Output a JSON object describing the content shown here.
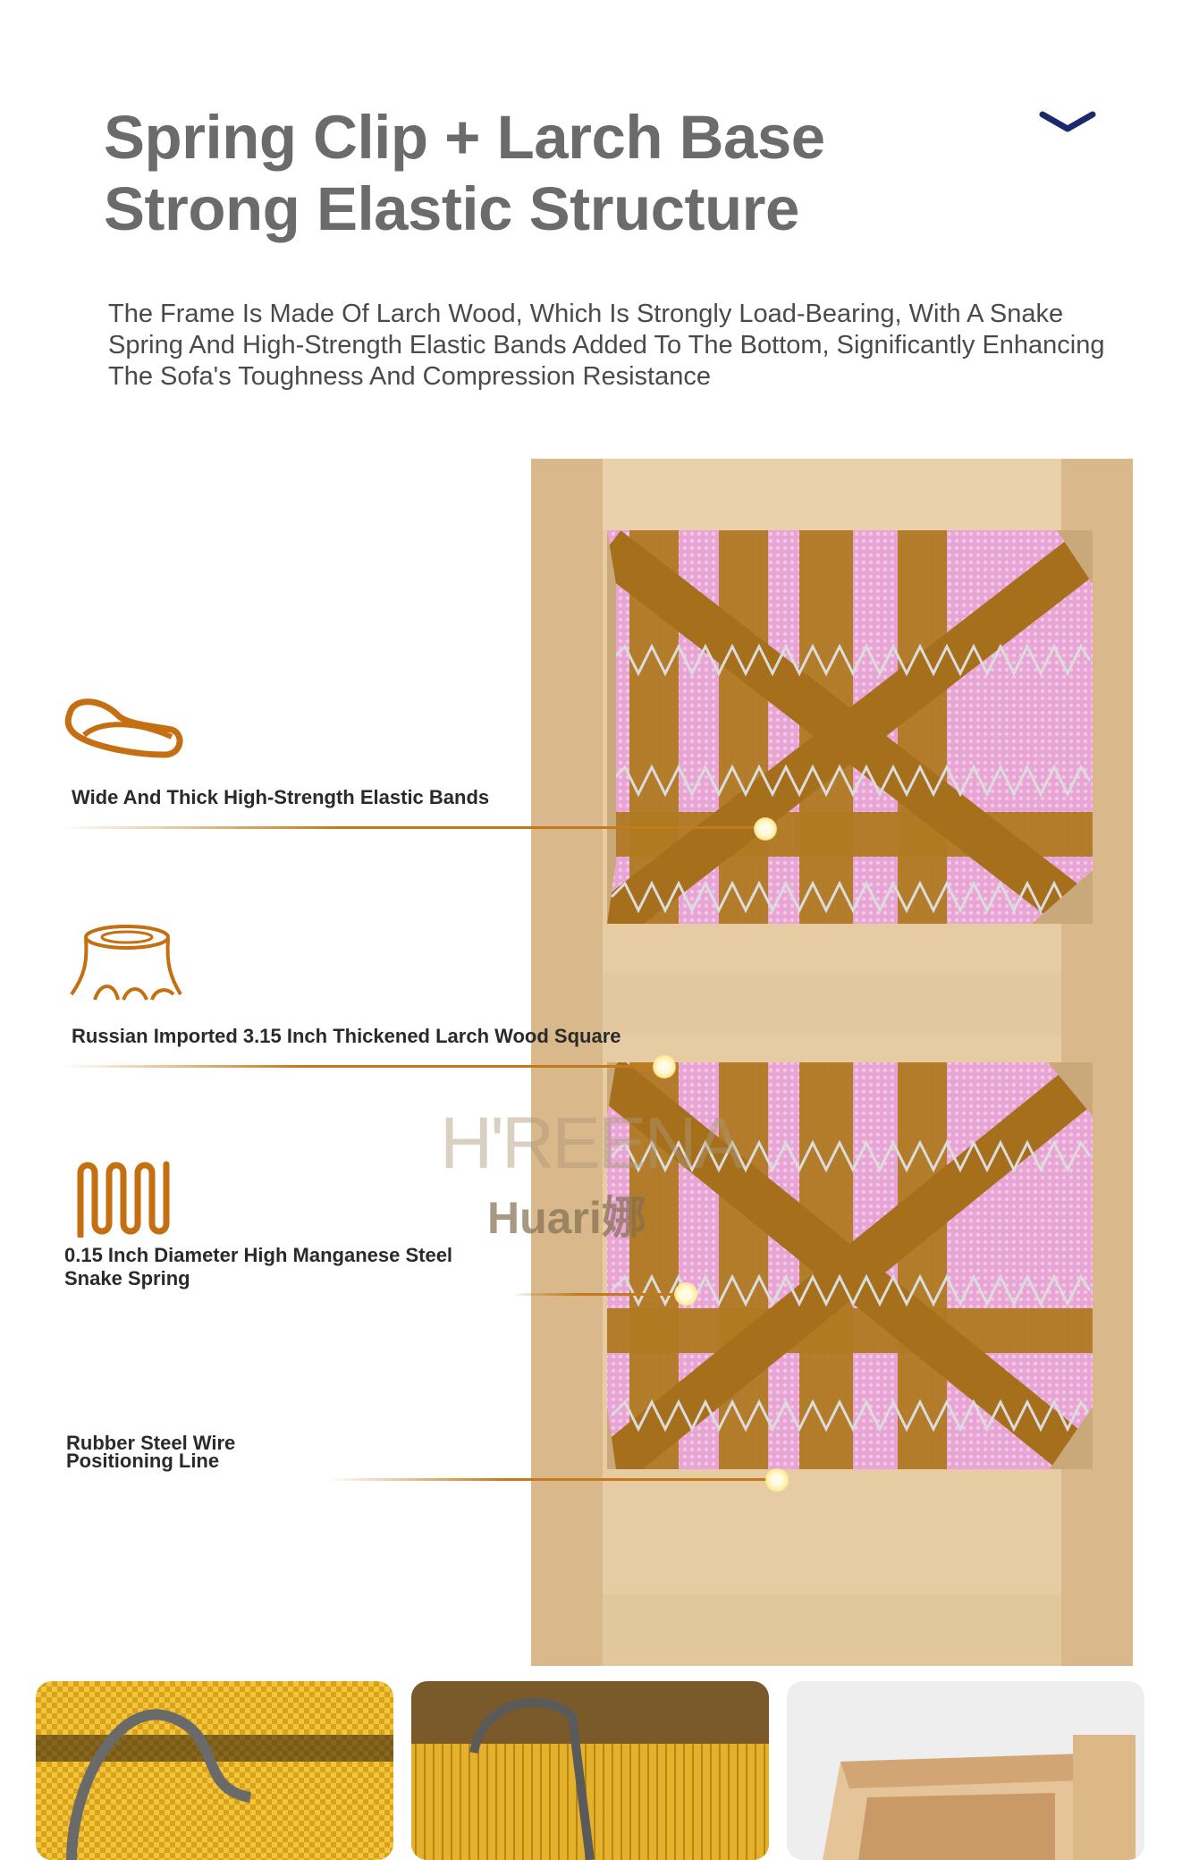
{
  "header": {
    "title_line1": "Spring Clip + Larch Base",
    "title_line2": "Strong Elastic Structure",
    "chevron_icon": "chevron-down-icon",
    "chevron_color": "#1a2a6c"
  },
  "description": "The Frame Is Made Of Larch Wood, Which Is Strongly Load-Bearing, With A Snake Spring And High-Strength Elastic Bands Added To The Bottom, Significantly Enhancing The Sofa's Toughness And Compression Resistance",
  "features": [
    {
      "icon": "elastic-band-icon",
      "label": "Wide And Thick High-Strength Elastic Bands"
    },
    {
      "icon": "tree-stump-icon",
      "label": "Russian Imported 3.15 Inch Thickened Larch Wood Square"
    },
    {
      "icon": "spring-coil-icon",
      "label": "0.15 Inch Diameter High Manganese Steel Snake Spring"
    },
    {
      "icon": "",
      "label": "Rubber Steel Wire Positioning Line"
    }
  ],
  "watermark": {
    "brand": "H'REENA",
    "sub": "Huari娜"
  },
  "colors": {
    "accent": "#c47a18",
    "wood": "#e3c49a",
    "fabric": "#e9a6d6",
    "band": "#b07a22"
  },
  "thumbnails": [
    "thumb-spring-band-closeup",
    "thumb-band-weave-closeup",
    "thumb-wood-frame-corner"
  ]
}
